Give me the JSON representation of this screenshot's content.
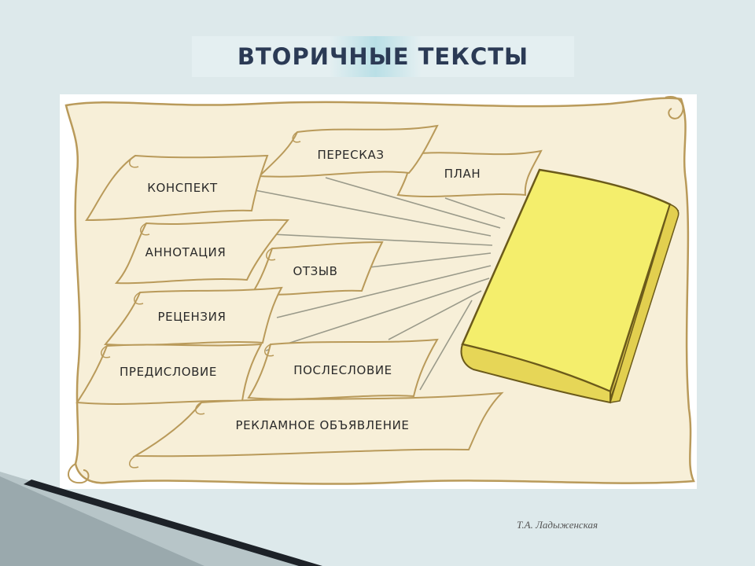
{
  "title": "ВТОРИЧНЫЕ ТЕКСТЫ",
  "author": "Т.А. Ладыженская",
  "colors": {
    "background": "#dde9eb",
    "title_text": "#2b3a55",
    "parchment": "#f7efd8",
    "parchment_stroke": "#b99a5a",
    "book_cover": "#f4ee6c",
    "book_spine": "#d8c24a"
  },
  "icons": [
    "book-icon",
    "scroll-shape"
  ],
  "diagram": {
    "scrolls": [
      {
        "id": "plan",
        "label": "ПЛАН"
      },
      {
        "id": "pereskaz",
        "label": "ПЕРЕСКАЗ"
      },
      {
        "id": "konspekt",
        "label": "КОНСПЕКТ"
      },
      {
        "id": "annotatsiya",
        "label": "АННОТАЦИЯ"
      },
      {
        "id": "otzyv",
        "label": "ОТЗЫВ"
      },
      {
        "id": "retsenziya",
        "label": "РЕЦЕНЗИЯ"
      },
      {
        "id": "predislovie",
        "label": "ПРЕДИСЛОВИЕ"
      },
      {
        "id": "posleslovie",
        "label": "ПОСЛЕСЛОВИЕ"
      },
      {
        "id": "reklamnoe",
        "label": "РЕКЛАМНОЕ ОБЪЯВЛЕНИЕ"
      }
    ]
  }
}
